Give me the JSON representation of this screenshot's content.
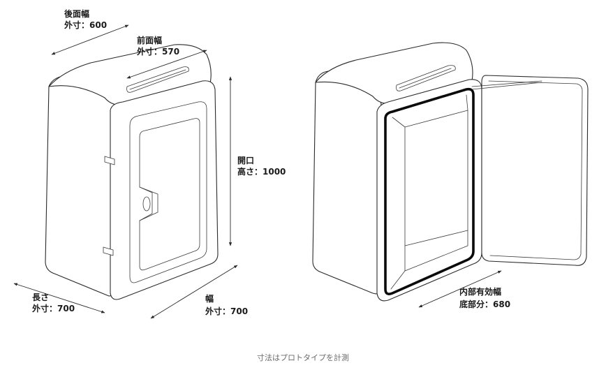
{
  "dimensions": {
    "rear_width": {
      "label": "後面幅",
      "value": "外寸：600"
    },
    "front_width": {
      "label": "前面幅",
      "value": "外寸：570"
    },
    "opening_height": {
      "label": "開口",
      "value": "高さ：1000"
    },
    "length": {
      "label": "長さ",
      "value": "外寸：700"
    },
    "width": {
      "label": "幅",
      "value": "外寸：700"
    },
    "inner_width": {
      "label": "内部有効幅",
      "value": "底部分：680"
    }
  },
  "caption": "寸法はプロトタイプを計測"
}
